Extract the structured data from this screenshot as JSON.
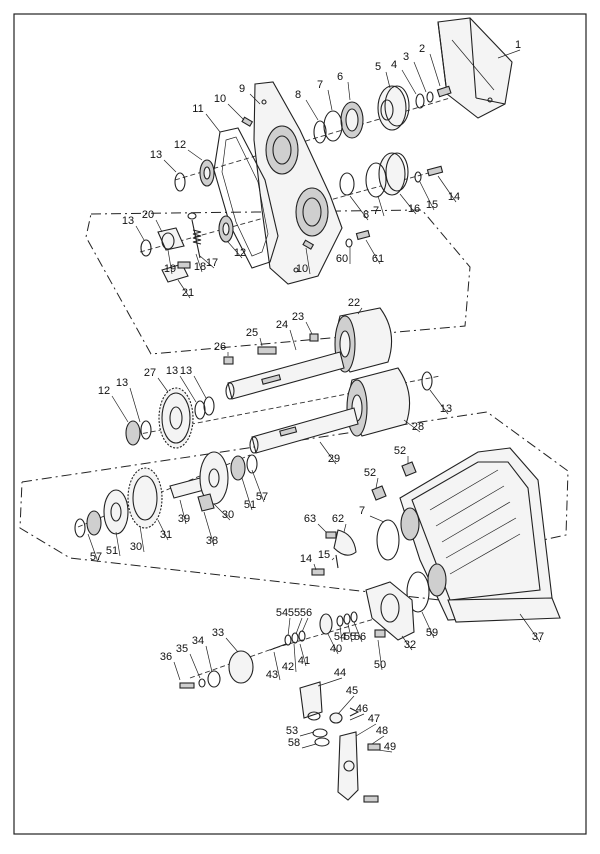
{
  "diagram": {
    "type": "exploded-parts-view",
    "callouts": [
      "1",
      "2",
      "3",
      "4",
      "5",
      "6",
      "7",
      "8",
      "9",
      "10",
      "11",
      "12",
      "13",
      "14",
      "15",
      "16",
      "17",
      "18",
      "19",
      "20",
      "21",
      "22",
      "23",
      "24",
      "25",
      "26",
      "27",
      "28",
      "29",
      "30",
      "31",
      "32",
      "33",
      "34",
      "35",
      "36",
      "37",
      "38",
      "39",
      "40",
      "41",
      "42",
      "43",
      "44",
      "45",
      "46",
      "47",
      "48",
      "49",
      "50",
      "51",
      "52",
      "53",
      "54",
      "55",
      "56",
      "57",
      "58",
      "59",
      "60",
      "61",
      "62",
      "63"
    ]
  }
}
